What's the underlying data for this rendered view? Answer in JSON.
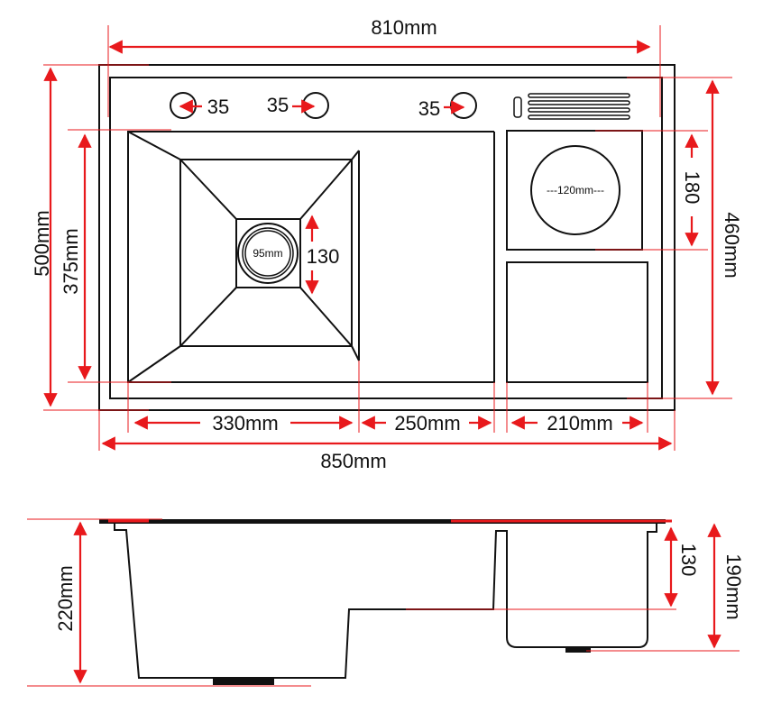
{
  "colors": {
    "dimension": "#e8191c",
    "outline": "#111111",
    "background": "#ffffff"
  },
  "top_view": {
    "width_inner": "810mm",
    "width_outer": "850mm",
    "height_outer": "500mm",
    "height_inner": "460mm",
    "bowl_height": "375mm",
    "bowl_width": "330mm",
    "drainboard_width": "250mm",
    "side_compartment_width": "210mm",
    "faucet_hole_1": "35",
    "faucet_hole_2": "35",
    "faucet_hole_3": "35",
    "drain_diameter": "95mm",
    "drain_box": "130",
    "cup_compartment_height": "180",
    "cup_diameter": "---120mm---"
  },
  "side_view": {
    "depth_main": "220mm",
    "depth_small": "130",
    "depth_side": "190mm"
  }
}
